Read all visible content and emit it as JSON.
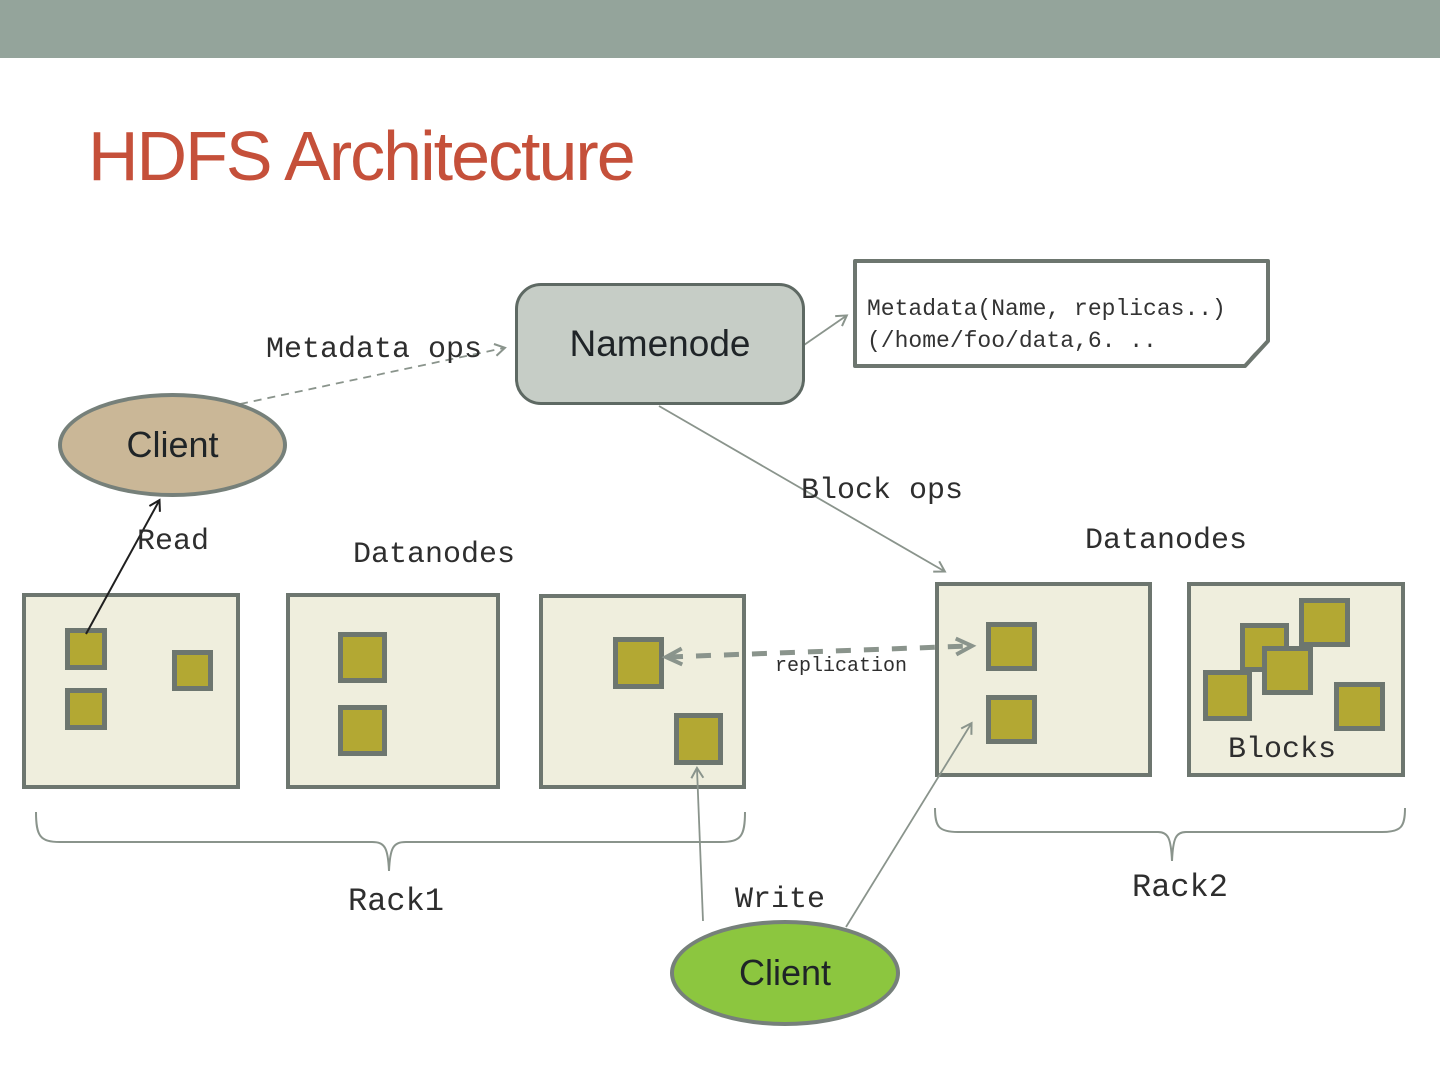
{
  "colors": {
    "topbar": "#94a49b",
    "title": "#c5503a",
    "node_fill": "#c6cdc6",
    "node_border": "#5e6963",
    "box_fill": "#efeedd",
    "box_border": "#6d766f",
    "block_fill": "#b3a833",
    "client_read_fill": "#cab797",
    "client_write_fill": "#8cc63f",
    "line": "#8a948c",
    "text_dark": "#2b2b2b"
  },
  "slide": {
    "title": "HDFS Architecture"
  },
  "nodes": {
    "namenode": "Namenode",
    "client_read": "Client",
    "client_write": "Client",
    "note_line1": "Metadata(Name, replicas..)",
    "note_line2": "(/home/foo/data,6. .."
  },
  "labels": {
    "metadata_ops": "Metadata ops",
    "block_ops": "Block ops",
    "read": "Read",
    "write": "Write",
    "replication": "replication",
    "datanodes_left": "Datanodes",
    "datanodes_right": "Datanodes",
    "blocks": "Blocks",
    "rack1": "Rack1",
    "rack2": "Rack2"
  }
}
